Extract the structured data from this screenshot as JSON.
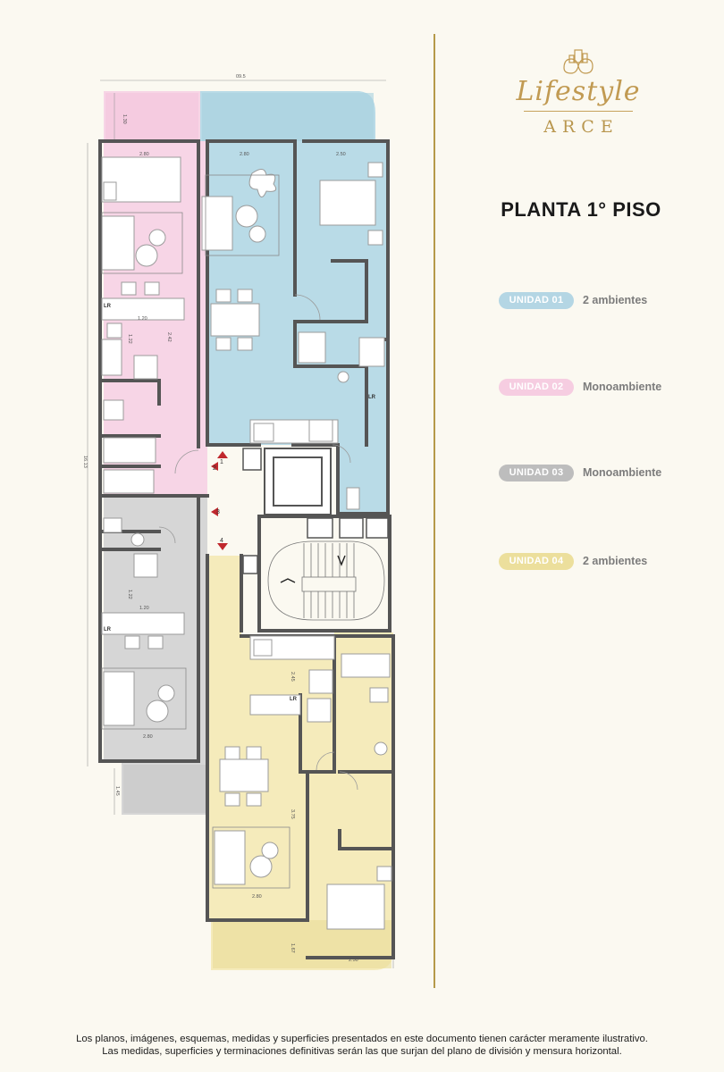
{
  "brand": {
    "script_name": "Lifestyle",
    "name": "ARCE",
    "colors": {
      "gold": "#c19a52"
    }
  },
  "page_title": "PLANTA 1° PISO",
  "legend": [
    {
      "badge": "UNIDAD 01",
      "label": "2 ambientes",
      "color": "#b4d6e4"
    },
    {
      "badge": "UNIDAD 02",
      "label": "Monoambiente",
      "color": "#f6cde1"
    },
    {
      "badge": "UNIDAD 03",
      "label": "Monoambiente",
      "color": "#bdbdbd"
    },
    {
      "badge": "UNIDAD 04",
      "label": "2 ambientes",
      "color": "#ecdf9c"
    }
  ],
  "plan": {
    "unit_fills": {
      "unidad_01": "#b9dbe7",
      "unidad_02": "#f7d5e6",
      "unidad_03": "#d6d6d6",
      "unidad_04": "#f5ebbb",
      "common": "#fbf9f1"
    },
    "wall_color": "#555555",
    "marker_color": "#c0282d",
    "dimension_labels": {
      "overall_width": "09.5",
      "overall_height": "16.13",
      "u2_room_w": "2.80",
      "u1_living_w": "2.80",
      "u1_bed_w": "2.50",
      "u2_kitchen_w": "1.20",
      "u2_kitchen_h": "2.42",
      "u2_bath_h": "1.22",
      "u3_kitchen_w": "1.20",
      "u3_kitchen_h": "1.22",
      "u3_room_w": "2.80",
      "u3_balcony_h": "1.45",
      "u4_kitchen_h": "2.45",
      "u4_living_h": "3.75",
      "u4_room_w": "2.80",
      "u4_balcony_h": "1.67",
      "u4_bed_w": "2.50",
      "u1_terrace_h": "1.30"
    },
    "room_tags": {
      "lr_1": "LR",
      "lr_2": "LR",
      "lr_3": "LR",
      "lr_4": "LR"
    },
    "unit_markers": [
      "1",
      "2",
      "3",
      "4"
    ]
  },
  "disclaimer": {
    "line1": "Los planos, imágenes, esquemas, medidas y superficies presentados en este documento tienen carácter meramente ilustrativo.",
    "line2": "Las medidas, superficies y terminaciones definitivas serán las que surjan del plano de división y mensura horizontal."
  }
}
